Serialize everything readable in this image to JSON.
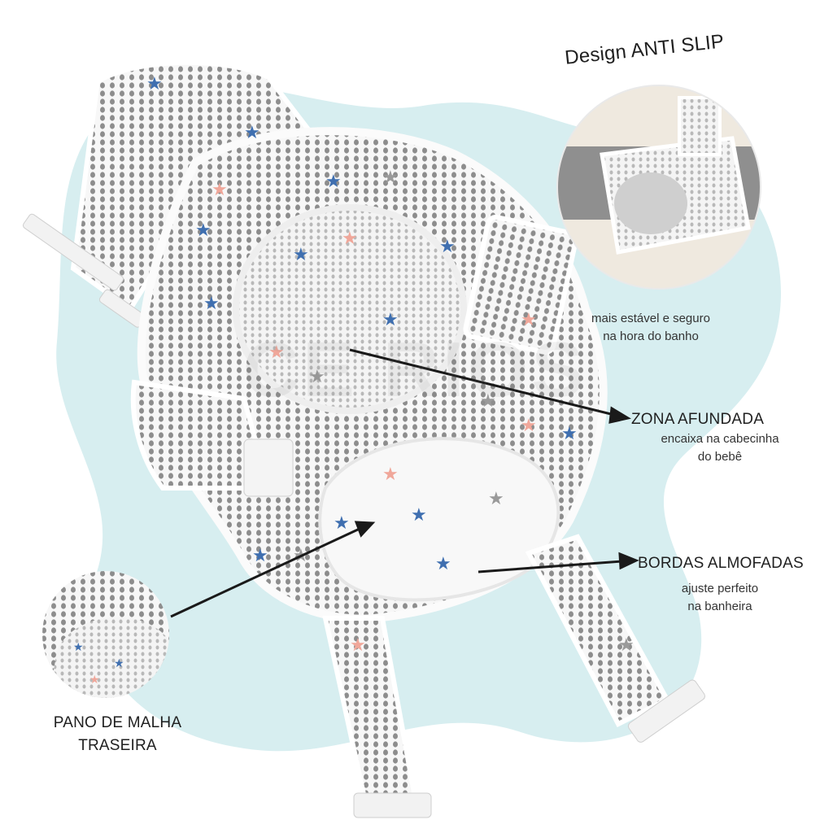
{
  "watermark": "CE                 RIOS",
  "callouts": {
    "anti_slip": {
      "title": "Design ANTI SLIP",
      "line1": "mais estável e seguro",
      "line2": "na hora do banho"
    },
    "zona": {
      "title": "ZONA AFUNDADA",
      "line1": "encaixa na cabecinha",
      "line2": "do  bebê"
    },
    "bordas": {
      "title": "BORDAS ALMOFADAS",
      "line1": "ajuste perfeito",
      "line2": "na banheira"
    },
    "pano": {
      "line1": "PANO DE MALHA",
      "line2": "TRASEIRA"
    }
  },
  "colors": {
    "blob": "#d7eef0",
    "mesh": "#f7f7f7",
    "hole": "#8d8d8d",
    "star_blue": "#3f6fb0",
    "star_pink": "#f0a79a",
    "star_grey": "#9a9a9a"
  }
}
